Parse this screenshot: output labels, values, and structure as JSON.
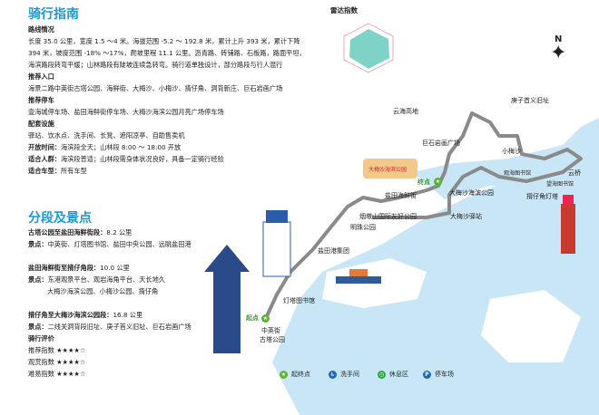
{
  "guide": {
    "title": "骑行指南",
    "route_heading": "路线情况",
    "route_lines": [
      "长度 35.0 公里，宽度 1.5 ～4 米。海拔范围 -5.2 ～ 192.8 米，累计上升 393 米，累计下降",
      "394 米，坡度范围 -18% ～17%，爬坡里程 11.1 公里。沥青路、砖铺路、石板路，路面平坦，",
      "海滨路段转弯平缓；山林路段有陡坡连续急转弯。骑行道单独设计，部分路段与行人混行"
    ],
    "entry_heading": "推荐入口",
    "entry": "海景二路中英街古塔公园、海鲜街、大梅沙、小梅沙、揹仔角、洞背新庄、巨石岩画广场",
    "parking_heading": "推荐停车",
    "parking": "壹海城停车场、盐田海鲜街停车场、大梅沙海滨公园月亮广场停车场",
    "facilities_heading": "配套设施",
    "facilities": "驿站、饮水点、洗手间、长凳、遮阳凉亭、自助售卖机",
    "hours_label": "开放时间：",
    "hours": "海滨段全天；山林段 8:00 ～ 18:00 开放",
    "crowd_label": "适合人群：",
    "crowd": "海滨段普适；山林段需身体状况良好，具备一定骑行经验",
    "bike_label": "适合车型：",
    "bike": "所有车型"
  },
  "segments": {
    "title": "分段及景点",
    "items": [
      {
        "name": "古塔公园至盐田海鲜街段：",
        "dist": "8.2 公里",
        "spots_label": "景点：",
        "spots": [
          "中英街、灯塔图书馆、盐田中央公园、远眺盐田港"
        ]
      },
      {
        "name": "盐田海鲜街至揹仔角段：",
        "dist": "10.0 公里",
        "spots_label": "景点：",
        "spots": [
          "东港观景平台、观岩海角平台、天长地久",
          "大梅沙海滨公园、小梅沙公园、揹仔角"
        ]
      },
      {
        "name": "揹仔角至大梅沙海滨公园段：",
        "dist": "16.8 公里",
        "spots_label": "景点：",
        "spots": [
          "二线关洞背段旧址、庚子首义旧址、巨石岩画广场"
        ]
      }
    ],
    "rating_heading": "骑行评价",
    "ratings": [
      {
        "label": "推荐指数",
        "stars": "★★★★☆",
        "value": 4
      },
      {
        "label": "观赏指数",
        "stars": "★★★★☆",
        "value": 4
      },
      {
        "label": "难易指数",
        "stars": "★★★★☆",
        "value": 4
      }
    ]
  },
  "radar": {
    "title": "雷达指数"
  },
  "map": {
    "compass": "N",
    "sign_text": "大梅沙海滨公园",
    "start_label": "起点",
    "end_label": "终点",
    "places": [
      "云海高地",
      "庚子首义旧址",
      "巨石岩画广场",
      "小梅沙",
      "观海图书馆",
      "云桥",
      "望海图书馆",
      "揹仔角灯塔",
      "大梅沙海滨公园",
      "大梅沙驿站",
      "盐田海鲜街",
      "烟墩山国际友好公园",
      "明珠公园",
      "盐田港集团",
      "灯塔图书馆",
      "中英街",
      "古塔公园"
    ],
    "legend": [
      {
        "label": "起终点",
        "color": "#5cb531"
      },
      {
        "label": "洗手间",
        "color": "#1f67b1"
      },
      {
        "label": "休息区",
        "color": "#2aa845"
      },
      {
        "label": "停车场",
        "color": "#1f67b1"
      }
    ],
    "colors": {
      "sea": "#c9e6f7",
      "route": "#8a8a8a",
      "poi": "#9ccc3c",
      "title": "#1a9ad6"
    }
  }
}
